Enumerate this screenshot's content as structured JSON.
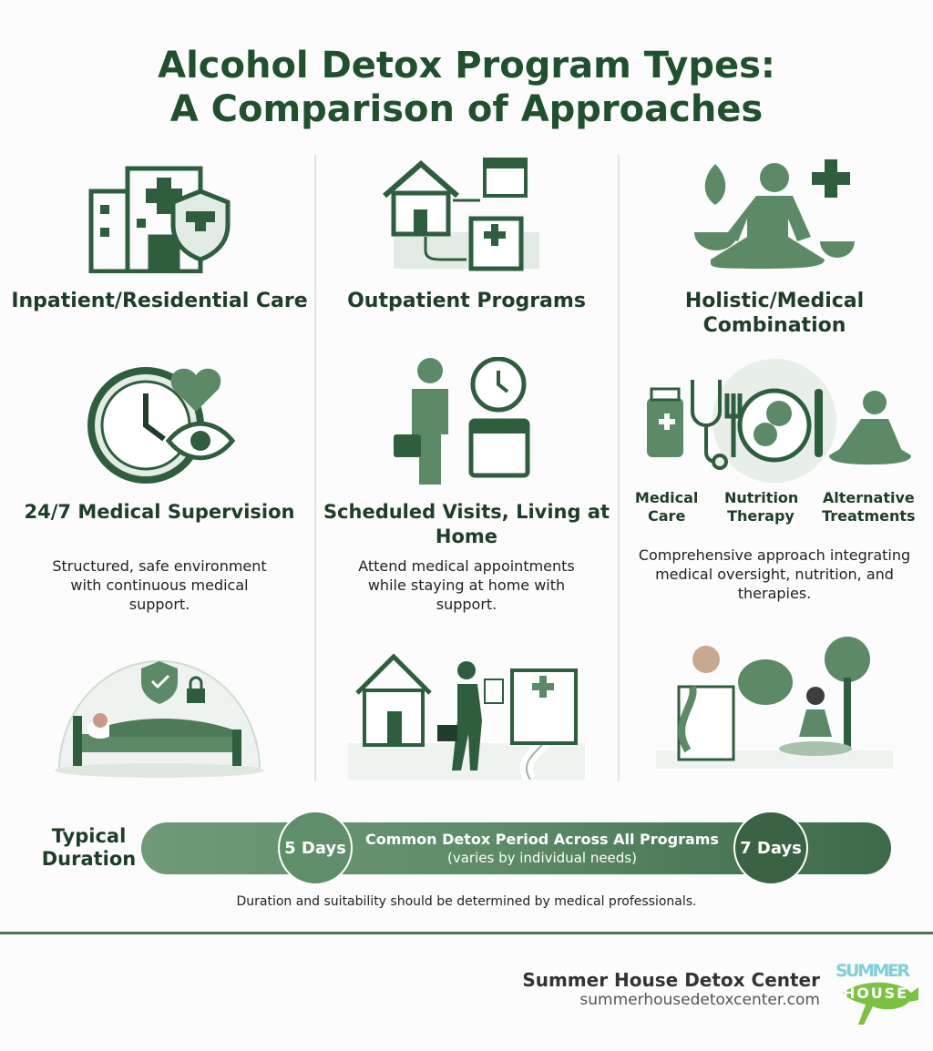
{
  "title": {
    "line1": "Alcohol Detox Program Types:",
    "line2": "A Comparison of Approaches"
  },
  "columns": [
    {
      "heading": "Inpatient/Residential Care",
      "subheading": "24/7 Medical Supervision",
      "description": "Structured, safe environment with continuous medical support.",
      "icon": "hospital-shield-icon",
      "icon2": "clock-heart-eye-icon",
      "scene": "patient-in-bed-dome-illustration"
    },
    {
      "heading": "Outpatient Programs",
      "subheading": "Scheduled Visits, Living at Home",
      "description": "Attend medical appointments while staying at home with support.",
      "icon": "home-to-clinic-icon",
      "icon2": "person-clock-calendar-icon",
      "scene": "walking-home-to-clinic-illustration"
    },
    {
      "heading": "Holistic/Medical Combination",
      "sub_items": [
        "Medical Care",
        "Nutrition Therapy",
        "Alternative Treatments"
      ],
      "description": "Comprehensive approach integrating medical oversight, nutrition, and therapies.",
      "icon": "meditation-leaf-cross-icon",
      "scene": "doctor-food-yoga-illustration"
    }
  ],
  "duration": {
    "label": "Typical Duration",
    "start": "5 Days",
    "end": "7 Days",
    "text": "Common Detox Period Across All Programs",
    "note": "(varies by individual needs)"
  },
  "disclaimer": "Duration and suitability should be determined by medical professionals.",
  "footer": {
    "brand": "Summer House Detox Center",
    "url": "summerhousedetoxcenter.com",
    "logo_text": "SUMMER HOUSE"
  },
  "colors": {
    "dark_green": "#21502f",
    "mid_green": "#5c8a67",
    "light_green": "#e3ece4",
    "logo_blue": "#7fd0d6",
    "logo_green": "#7cc242"
  }
}
